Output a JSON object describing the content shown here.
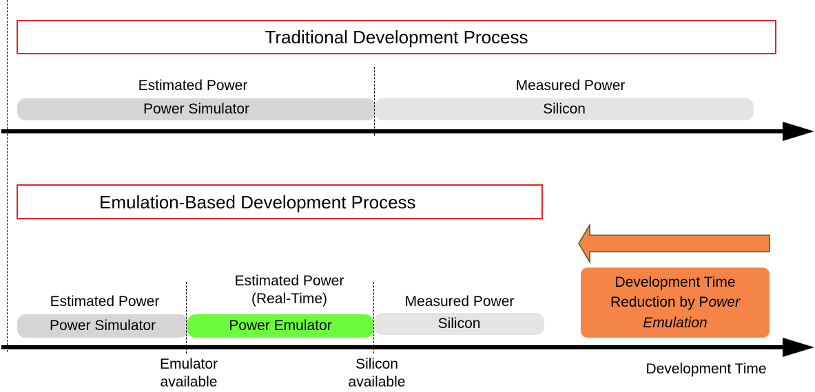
{
  "colors": {
    "title_border": "#e0262c",
    "simulator_bar": "#d5d5d5",
    "silicon_bar": "#e4e4e4",
    "emulator_bar": "#6bfd3c",
    "reduction_box": "#f58447",
    "axis": "#000000"
  },
  "traditional": {
    "title": "Traditional Development Process",
    "estimated_label": "Estimated Power",
    "measured_label": "Measured Power",
    "simulator_bar": "Power Simulator",
    "silicon_bar": "Silicon"
  },
  "emulation": {
    "title": "Emulation-Based Development Process",
    "estimated_label": "Estimated Power",
    "estimated_rt_label_line1": "Estimated Power",
    "estimated_rt_label_line2": "(Real-Time)",
    "measured_label": "Measured Power",
    "simulator_bar": "Power Simulator",
    "emulator_bar": "Power Emulator",
    "silicon_bar": "Silicon"
  },
  "reduction": {
    "line1": "Development Time",
    "line2_prefix": "Reduction by P",
    "line2_italic": "ower",
    "line3_italic": "Emulation",
    "arrow_icon": "left-arrow-icon"
  },
  "axis": {
    "label": "Development Time",
    "emulator_available_line1": "Emulator",
    "emulator_available_line2": "available",
    "silicon_available_line1": "Silicon",
    "silicon_available_line2": "available"
  }
}
